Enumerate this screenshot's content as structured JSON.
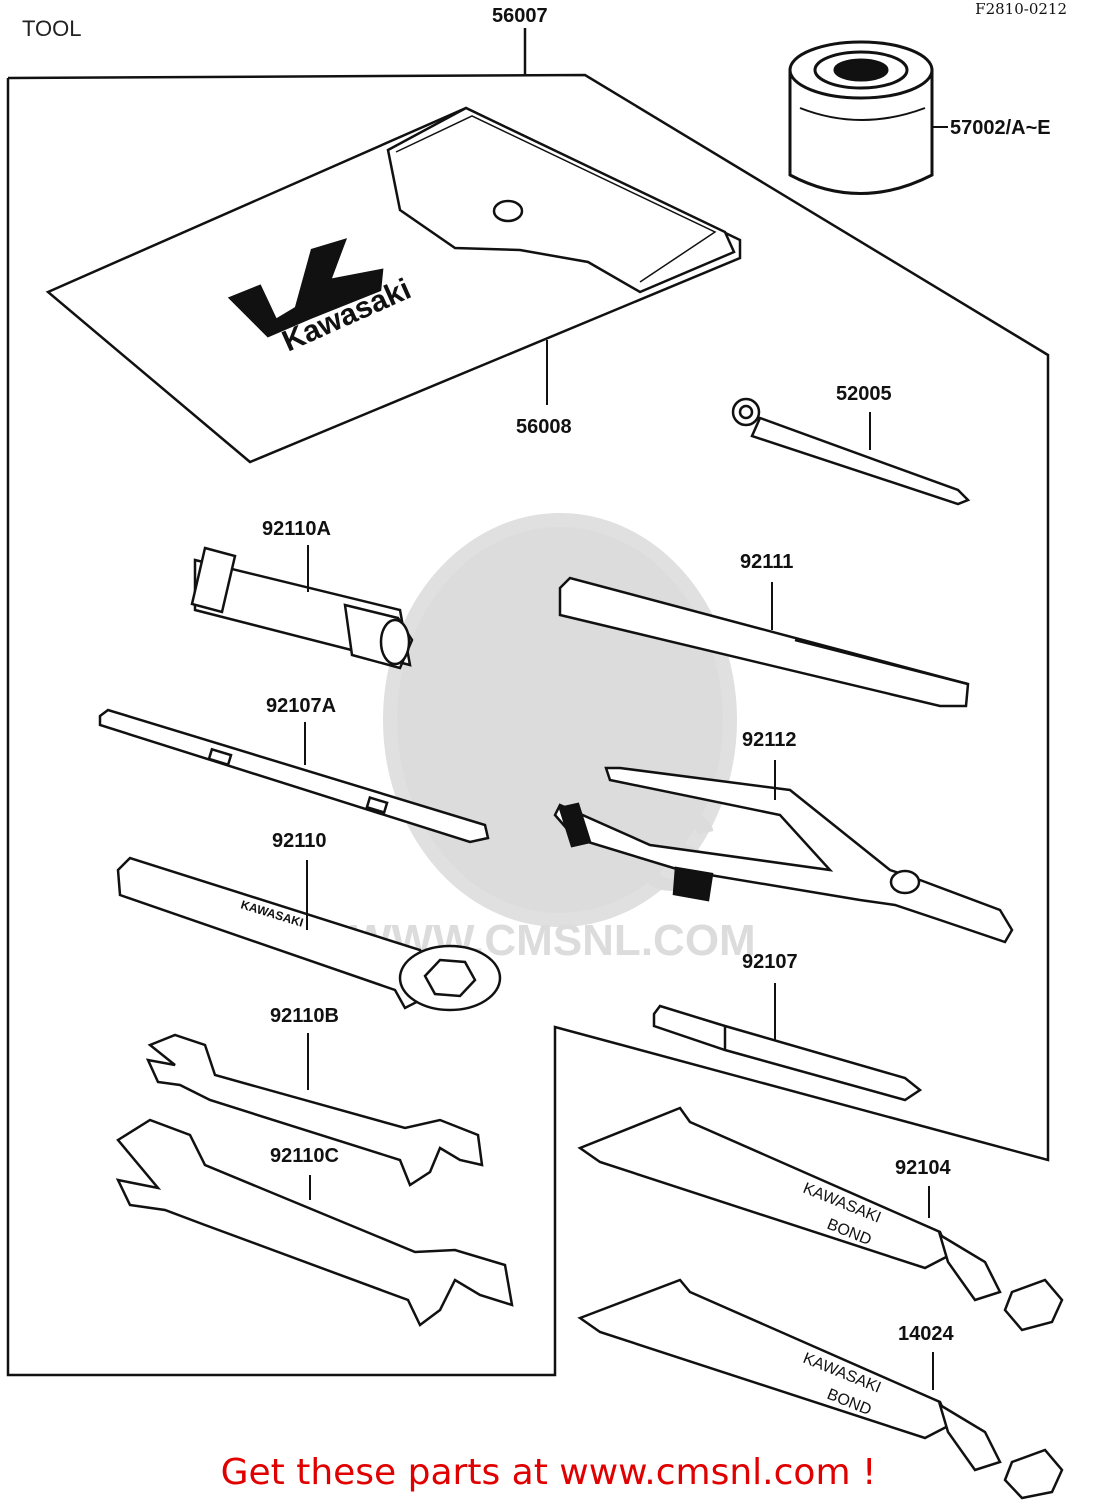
{
  "page": {
    "title": "TOOL",
    "ref_code": "F2810-0212",
    "footer_text": "Get these parts at www.cmsnl.com !"
  },
  "watermark": {
    "text": "WWW.CMSNL.COM",
    "logo_text": "CMS"
  },
  "parts": [
    {
      "id": "56007"
    },
    {
      "id": "57002/A~E"
    },
    {
      "id": "56008",
      "logo_text": "Kawasaki"
    },
    {
      "id": "52005"
    },
    {
      "id": "92110A"
    },
    {
      "id": "92111"
    },
    {
      "id": "92107A"
    },
    {
      "id": "92112"
    },
    {
      "id": "92110",
      "stamp_text": "KAWASAKI"
    },
    {
      "id": "92107"
    },
    {
      "id": "92110B"
    },
    {
      "id": "92110C"
    },
    {
      "id": "92104",
      "tube_text": [
        "KAWASAKI",
        "BOND"
      ]
    },
    {
      "id": "14024",
      "tube_text": [
        "KAWASAKI",
        "BOND"
      ]
    }
  ],
  "colors": {
    "line": "#111111",
    "footer": "#e00000",
    "watermark": "#dcdcdc"
  }
}
